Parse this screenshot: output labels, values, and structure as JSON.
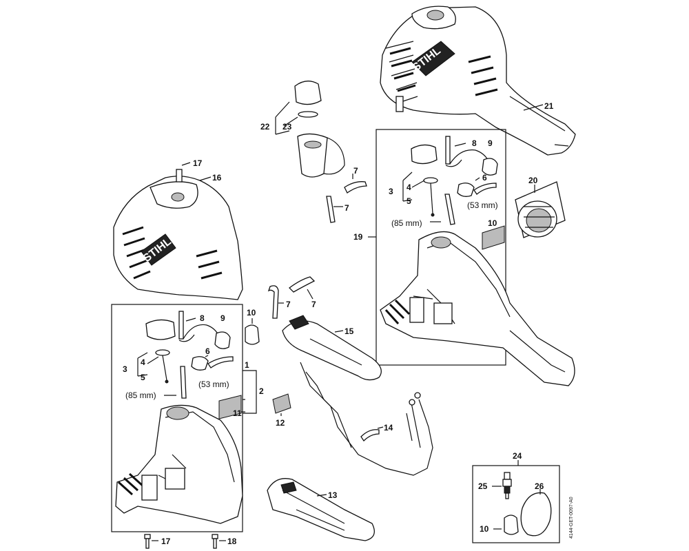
{
  "brand": "STIHL",
  "drawing_code": "4144-GET-0097-A0",
  "callouts": {
    "c1": "1",
    "c2": "2",
    "c3a": "3",
    "c3b": "3",
    "c4a": "4",
    "c4b": "4",
    "c5a": "5",
    "c5b": "5",
    "c6a": "6",
    "c6b": "6",
    "c7a": "7",
    "c7b": "7",
    "c7c": "7",
    "c7d": "7",
    "c8a": "8",
    "c8b": "8",
    "c9a": "9",
    "c9b": "9",
    "c10a": "10",
    "c10b": "10",
    "c10c": "10",
    "c11": "11",
    "c12": "12",
    "c13": "13",
    "c14": "14",
    "c15": "15",
    "c16": "16",
    "c17a": "17",
    "c17b": "17",
    "c18": "18",
    "c19": "19",
    "c20": "20",
    "c21": "21",
    "c22": "22",
    "c23": "23",
    "c24": "24",
    "c25": "25",
    "c26": "26"
  },
  "measurements": {
    "m85a": "(85 mm)",
    "m53a": "(53 mm)",
    "m85b": "(85 mm)",
    "m53b": "(53 mm)"
  }
}
